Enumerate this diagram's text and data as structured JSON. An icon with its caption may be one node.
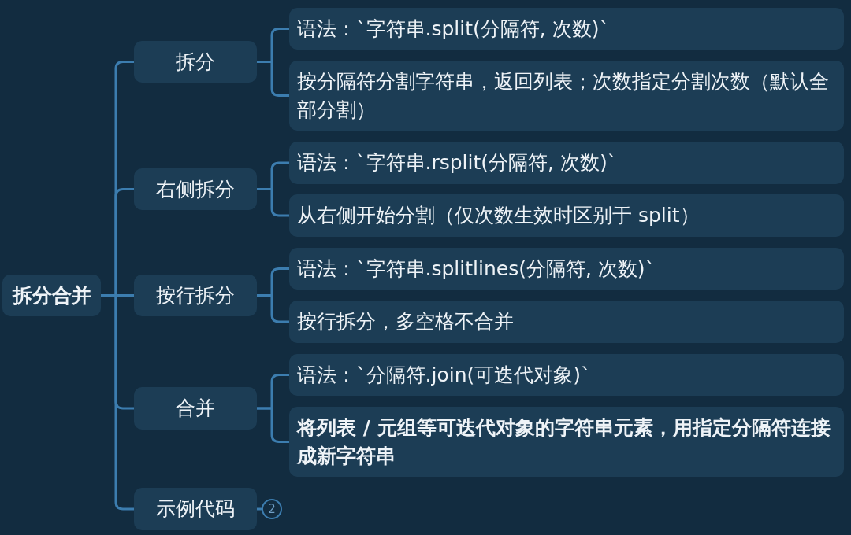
{
  "diagram": {
    "nodes": [
      {
        "text": [
          "拆分合并"
        ]
      },
      {
        "text": [
          "拆分"
        ]
      },
      {
        "text": [
          "语法：`字符串.split(分隔符, 次数)`"
        ]
      },
      {
        "text": [
          "按分隔符分割字符串，返回列表；次数指定分割次数（默认全部分割）"
        ]
      },
      {
        "text": [
          "右侧拆分"
        ]
      },
      {
        "text": [
          "语法：`字符串.rsplit(分隔符, 次数)`"
        ]
      },
      {
        "text": [
          "从右侧开始分割（仅次数生效时区别于 split）"
        ]
      },
      {
        "text": [
          "按行拆分"
        ]
      },
      {
        "text": [
          "语法：`字符串.splitlines(分隔符, 次数)`"
        ]
      },
      {
        "text": [
          "按行拆分，多空格不合并"
        ]
      },
      {
        "text": [
          "合并"
        ]
      },
      {
        "text": [
          "语法：`分隔符.join(可迭代对象)`"
        ]
      },
      {
        "text": [
          "将列表 / 元组等可迭代对象的字符串元素，用指定分隔符连接成新字符串"
        ]
      },
      {
        "text": [
          "示例代码"
        ]
      },
      {
        "text": [
          "2"
        ]
      }
    ],
    "edges": [
      {
        "from": 0,
        "to": 1,
        "arrow": "none"
      },
      {
        "from": 0,
        "to": 4,
        "arrow": "none"
      },
      {
        "from": 0,
        "to": 7,
        "arrow": "none"
      },
      {
        "from": 0,
        "to": 10,
        "arrow": "none"
      },
      {
        "from": 0,
        "to": 13,
        "arrow": "none"
      },
      {
        "from": 1,
        "to": 2,
        "arrow": "none"
      },
      {
        "from": 1,
        "to": 3,
        "arrow": "none"
      },
      {
        "from": 4,
        "to": 5,
        "arrow": "none"
      },
      {
        "from": 4,
        "to": 6,
        "arrow": "none"
      },
      {
        "from": 7,
        "to": 8,
        "arrow": "none"
      },
      {
        "from": 7,
        "to": 9,
        "arrow": "none"
      },
      {
        "from": 10,
        "to": 11,
        "arrow": "none"
      },
      {
        "from": 10,
        "to": 12,
        "arrow": "none"
      },
      {
        "from": 13,
        "to": 14,
        "arrow": "none"
      }
    ]
  }
}
